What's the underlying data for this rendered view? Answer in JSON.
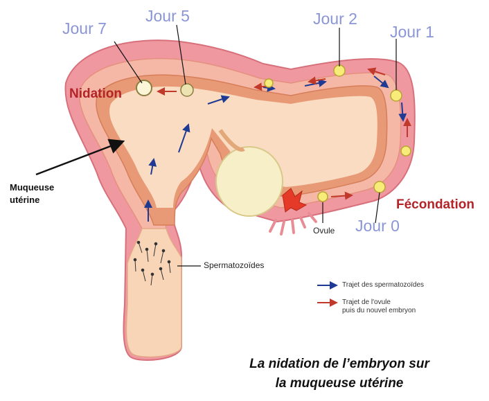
{
  "days": {
    "j7": "Jour 7",
    "j5": "Jour 5",
    "j2": "Jour 2",
    "j1": "Jour 1",
    "j0": "Jour 0"
  },
  "labels": {
    "nidation": "Nidation",
    "fecondation": "Fécondation",
    "muqueuse_line1": "Muqueuse",
    "muqueuse_line2": "utérine",
    "ovule": "Ovule",
    "spermatozoides": "Spermatozoïdes"
  },
  "legend": {
    "sperm_path": "Trajet des spermatozoïdes",
    "egg_path_line1": "Trajet de l'ovule",
    "egg_path_line2": "puis du nouvel embryon"
  },
  "caption": {
    "line1": "La nidation de l’embryon sur",
    "line2": "la muqueuse utérine"
  },
  "colors": {
    "uterus_outer": "#e98b94",
    "uterus_wall": "#f1a0a6",
    "lining": "#e8a482",
    "cavity": "#f8d8bd",
    "ovary": "#f6efc8",
    "sperm_arrow": "#1f3a93",
    "egg_arrow": "#c0392b",
    "day_text": "#8a95d6",
    "event_text": "#b32428"
  }
}
